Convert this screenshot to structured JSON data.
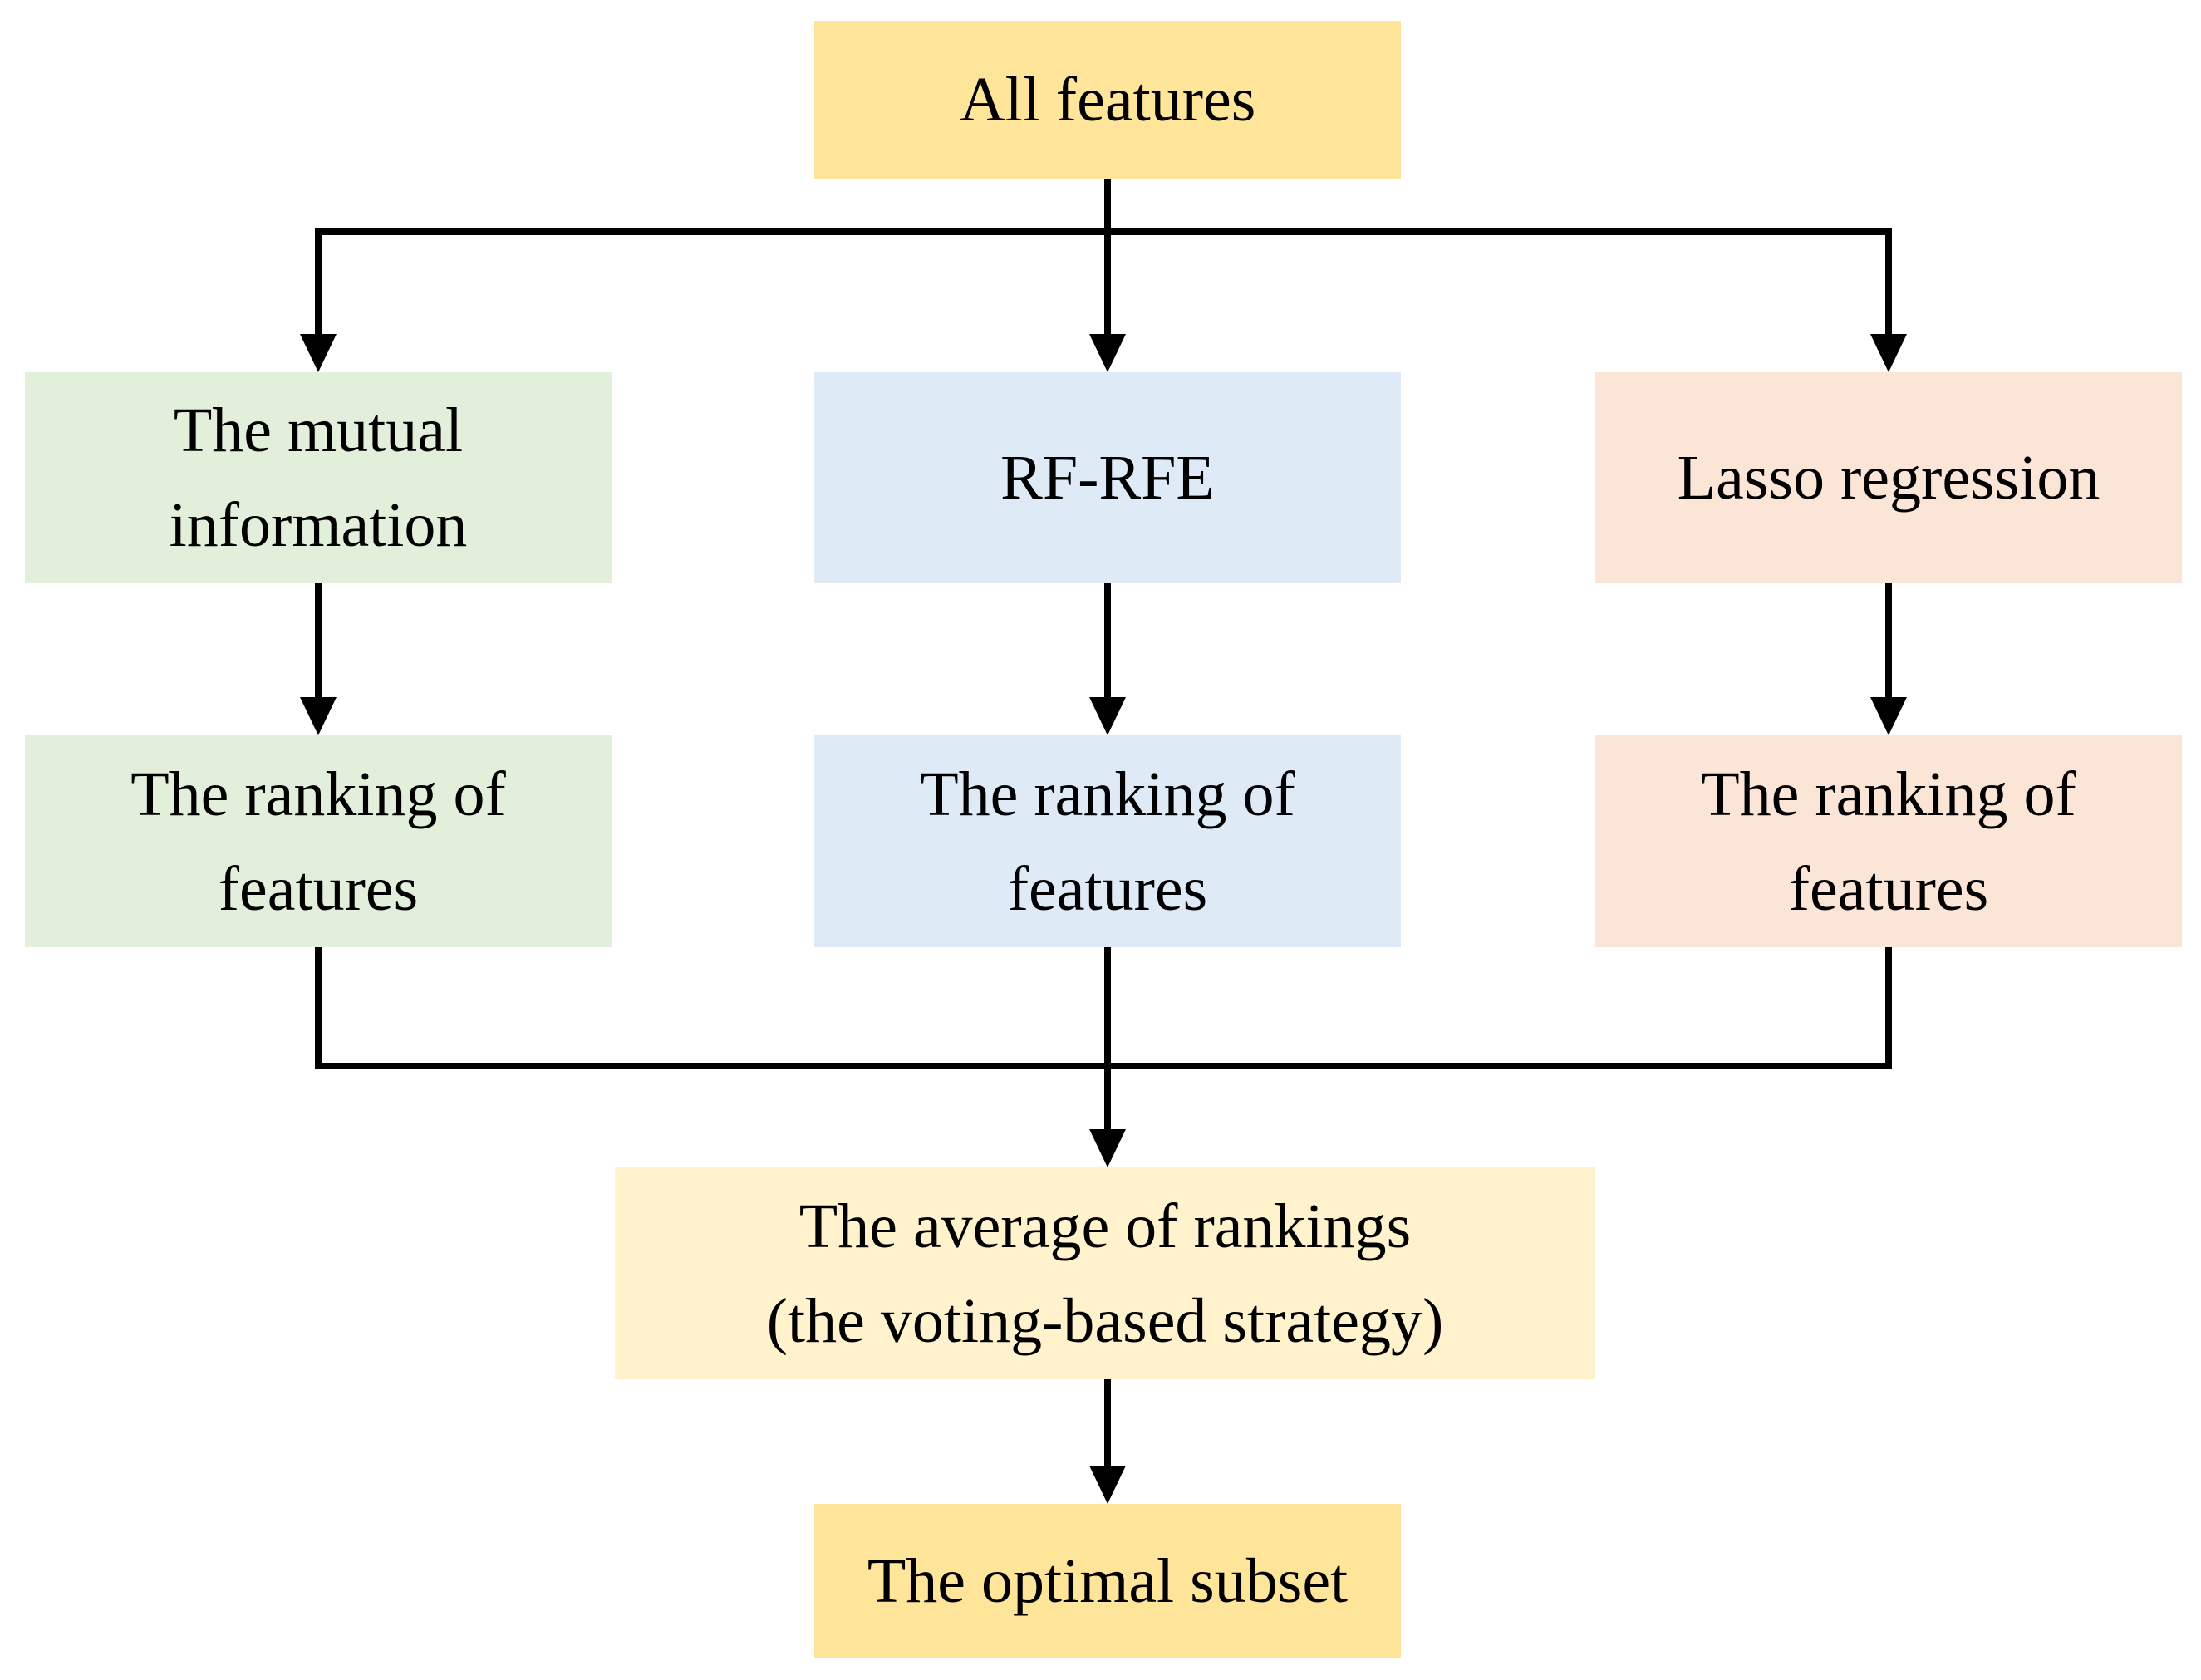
{
  "diagram": {
    "title": "Voting-based feature selection flowchart",
    "background_color": "#FFFFFF",
    "line_color": "#000000",
    "text_color": "#000000",
    "palette": {
      "gold": "#FFE599",
      "green": "#E2EFDA",
      "blue": "#DEEBF7",
      "peach": "#FBE5D6",
      "cream": "#FFF2CC"
    },
    "nodes": {
      "all_features": {
        "label": "All features",
        "color": "#FFE599"
      },
      "mutual_information": {
        "label": "The mutual\ninformation",
        "color": "#E2EFDA"
      },
      "rf_rfe": {
        "label": "RF-RFE",
        "color": "#DEEBF7"
      },
      "lasso": {
        "label": "Lasso regression",
        "color": "#FBE5D6"
      },
      "ranking_mi": {
        "label": "The ranking of\nfeatures",
        "color": "#E2EFDA"
      },
      "ranking_rf": {
        "label": "The ranking of\nfeatures",
        "color": "#DEEBF7"
      },
      "ranking_lasso": {
        "label": "The ranking of\nfeatures",
        "color": "#FBE5D6"
      },
      "average": {
        "label": "The average of rankings\n(the voting-based strategy)",
        "color": "#FFF2CC"
      },
      "optimal": {
        "label": "The optimal subset",
        "color": "#FFE599"
      }
    },
    "edges": [
      {
        "from": "all_features",
        "to": "mutual_information"
      },
      {
        "from": "all_features",
        "to": "rf_rfe"
      },
      {
        "from": "all_features",
        "to": "lasso"
      },
      {
        "from": "mutual_information",
        "to": "ranking_mi"
      },
      {
        "from": "rf_rfe",
        "to": "ranking_rf"
      },
      {
        "from": "lasso",
        "to": "ranking_lasso"
      },
      {
        "from": "ranking_mi",
        "to": "average"
      },
      {
        "from": "ranking_rf",
        "to": "average"
      },
      {
        "from": "ranking_lasso",
        "to": "average"
      },
      {
        "from": "average",
        "to": "optimal"
      }
    ]
  }
}
